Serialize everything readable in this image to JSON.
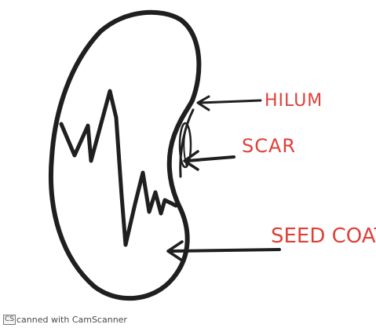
{
  "diagram": {
    "labels": {
      "hilum": "HILUM",
      "scar": "SCAR",
      "seed_coat": "SEED COAT"
    },
    "colors": {
      "label": "#e0403a",
      "ink": "#1f1f1f"
    }
  },
  "watermark": {
    "logo": "CS",
    "text": "canned with CamScanner"
  }
}
